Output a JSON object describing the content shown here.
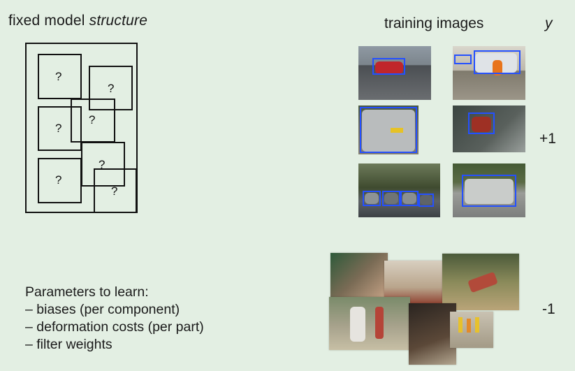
{
  "model": {
    "title_prefix": "fixed model ",
    "title_emph": "structure",
    "part_symbol": "?"
  },
  "training": {
    "title": "training images",
    "y_label": "y",
    "positive_label": "+1",
    "negative_label": "-1"
  },
  "parameters": {
    "heading": "Parameters to learn:",
    "items": [
      "– biases (per component)",
      "– deformation costs (per part)",
      "– filter weights"
    ]
  },
  "colors": {
    "background": "#e3efe3",
    "bbox": "#2450ff",
    "lines": "#111111"
  }
}
